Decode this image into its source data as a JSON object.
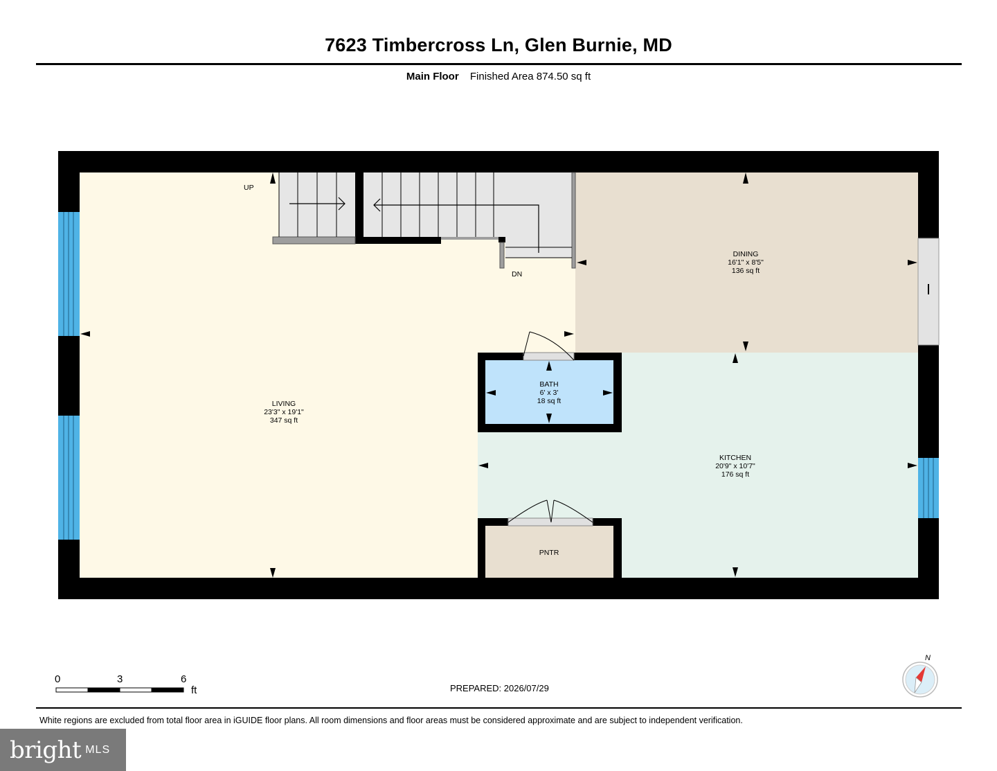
{
  "header": {
    "title": "7623 Timbercross Ln, Glen Burnie, MD",
    "floor_name": "Main Floor",
    "finished_area": "Finished Area 874.50 sq ft"
  },
  "rooms": {
    "living": {
      "name": "LIVING",
      "dims": "23'3\" x 19'1\"",
      "area": "347 sq ft"
    },
    "dining": {
      "name": "DINING",
      "dims": "16'1\" x 8'5\"",
      "area": "136 sq ft"
    },
    "bath": {
      "name": "BATH",
      "dims": "6' x 3'",
      "area": "18 sq ft"
    },
    "kitchen": {
      "name": "KITCHEN",
      "dims": "20'9\" x 10'7\"",
      "area": "176 sq ft"
    },
    "pantry": {
      "name": "PNTR"
    }
  },
  "stairs": {
    "up_label": "UP",
    "down_label": "DN"
  },
  "scale": {
    "ticks": [
      "0",
      "3",
      "6"
    ],
    "unit": "ft"
  },
  "compass": {
    "north_label": "N"
  },
  "footer": {
    "prepared": "PREPARED: 2026/07/29",
    "disclaimer": "White regions are excluded from total floor area in iGUIDE floor plans. All room dimensions and floor areas must be considered approximate and are subject to independent verification."
  },
  "watermark": {
    "brand": "bright",
    "suffix": "MLS"
  },
  "colors": {
    "living": "#fef9e7",
    "dining": "#e8dfd0",
    "bath": "#bfe3fb",
    "kitchen": "#e5f2ec",
    "pantry": "#e8dfd0",
    "stairs": "#e6e6e6",
    "window": "#4fb3e6",
    "wall": "#000000"
  }
}
